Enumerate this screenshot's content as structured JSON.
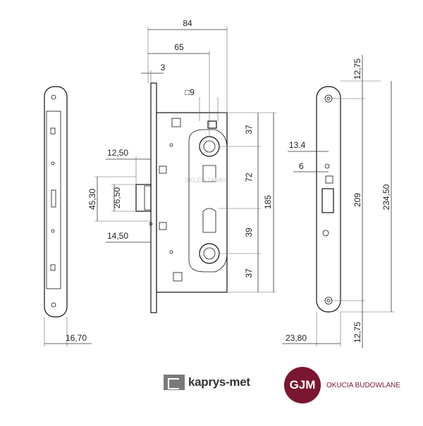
{
  "dimensions": {
    "overall_width": "84",
    "backset": "65",
    "faceplate_offset": "3",
    "follower_square": "□9",
    "latch_throw": "12,50",
    "height_45": "45,30",
    "height_26": "26,50",
    "deadbolt_throw": "14,50",
    "top_segment": "37",
    "middle_segment": "72",
    "lower_segment": "39",
    "bottom_segment": "37",
    "case_height": "185",
    "front_thickness": "16,70",
    "top_margin": "12,75",
    "latch_offset": "13.4",
    "latch_small": "6",
    "screw_spacing": "209",
    "plate_height": "234,50",
    "plate_width": "23,80",
    "bottom_margin": "12,75"
  },
  "watermark": "SKLEP ZAMKI",
  "logos": {
    "kaprys": "kaprys-met",
    "gjm": "GJM",
    "gjm_tagline": "OKUCIA BUDOWLANE"
  }
}
